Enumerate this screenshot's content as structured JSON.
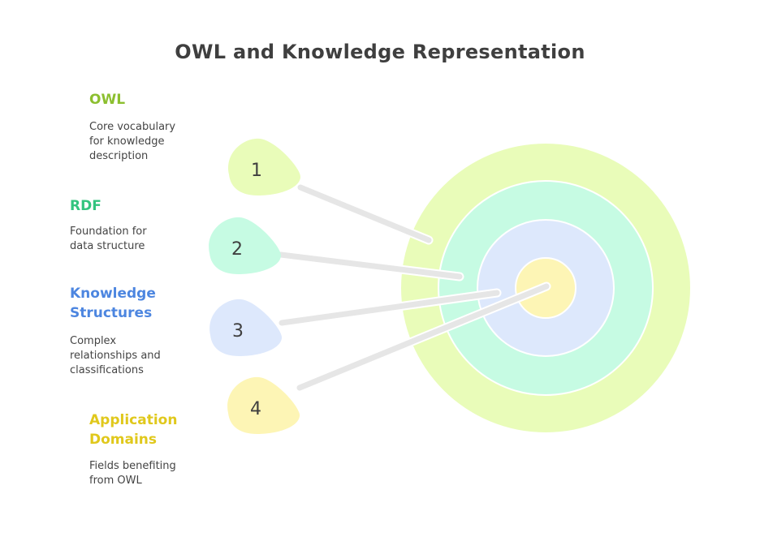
{
  "title": "OWL and Knowledge Representation",
  "items": [
    {
      "number": "1",
      "title": "OWL",
      "description": "Core vocabulary\nfor knowledge\ndescription",
      "color": "#8cbf2f",
      "fill": "#e9fcb9"
    },
    {
      "number": "2",
      "title": "RDF",
      "description": "Foundation for\ndata structure",
      "color": "#33c47f",
      "fill": "#c6fbe3"
    },
    {
      "number": "3",
      "title": "Knowledge\nStructures",
      "description": "Complex\nrelationships and\nclassifications",
      "color": "#4d86e0",
      "fill": "#dde8fc"
    },
    {
      "number": "4",
      "title": "Application\nDomains",
      "description": "Fields benefiting\nfrom OWL",
      "color": "#e0c81c",
      "fill": "#fdf5b5"
    }
  ],
  "target": {
    "rings": [
      "#e9fcb9",
      "#c6fbe3",
      "#dde8fc",
      "#fdf5b5"
    ],
    "arrow_color": "#e6e6e6"
  }
}
